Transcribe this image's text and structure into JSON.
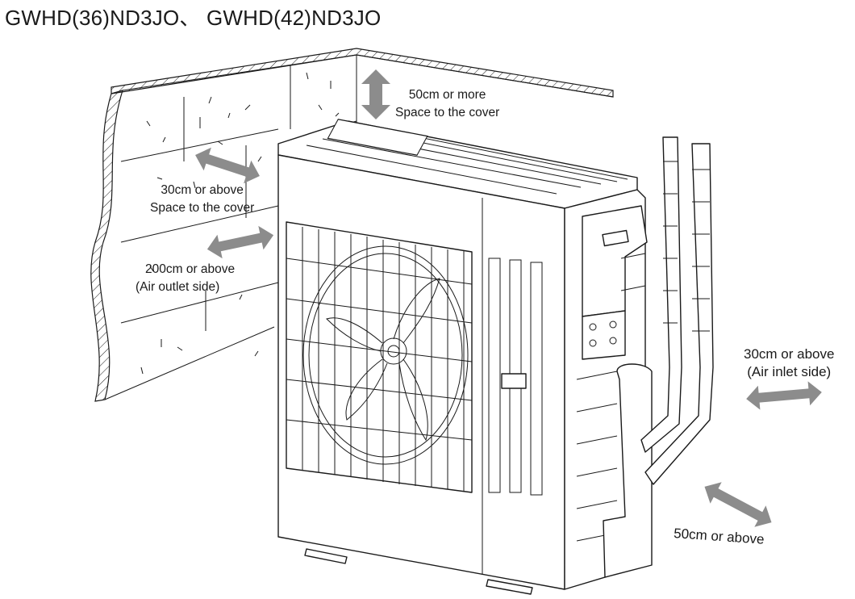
{
  "title": "GWHD(36)ND3JO、 GWHD(42)ND3JO",
  "clearances": {
    "top": {
      "line1": "50cm or more",
      "line2": "Space to the cover"
    },
    "rear": {
      "line1": "30cm or above",
      "line2": "Space to the cover"
    },
    "outlet": {
      "line1": "200cm or above",
      "line2": "(Air outlet side)"
    },
    "inlet": {
      "line1": "30cm or above",
      "line2": "(Air inlet side)"
    },
    "side": {
      "line1": "50cm or above"
    }
  },
  "colors": {
    "arrow": "#8c8c8c",
    "line": "#1a1a1a"
  }
}
